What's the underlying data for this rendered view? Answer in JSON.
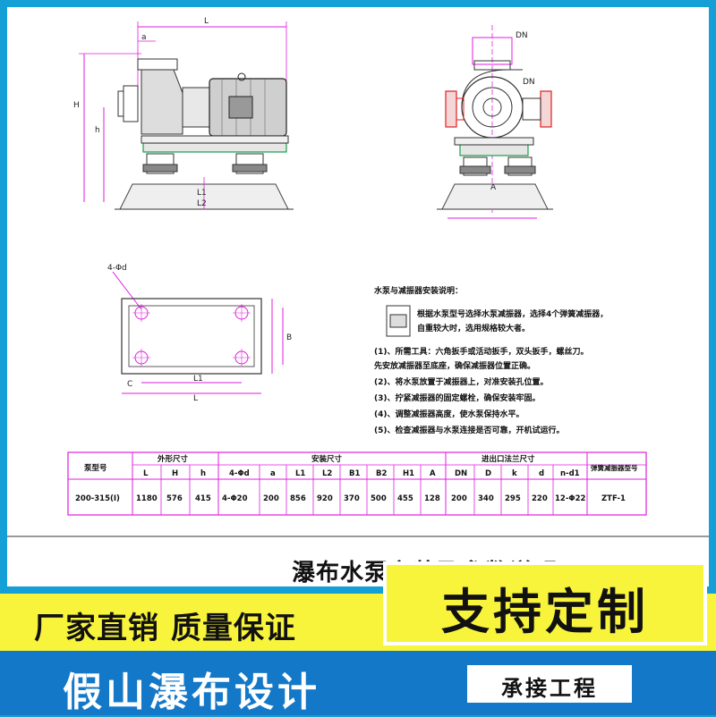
{
  "drawing": {
    "side_view_labels": {
      "L": "L",
      "H": "H",
      "h": "h",
      "L1": "L1",
      "L2": "L2"
    },
    "front_view_labels": {
      "DN_out": "DN",
      "DN_in": "DN",
      "A": "A"
    },
    "plan_view_labels": {
      "holes": "4-Φd",
      "L": "L",
      "L1": "L1",
      "C": "C",
      "B": "B"
    },
    "notes": {
      "title": "水泵与减振器安装说明：",
      "lines": [
        "根据水泵型号选择水泵减振器，选择4个弹簧减振器，",
        "自重较大时，选用规格较大者。",
        "(1)、所需工具：六角扳手或活动扳手，双头扳手，螺丝刀。",
        "先安放减振器至底座，确保减振器位置正确。",
        "(2)、将水泵放置于减振器上，对准安装孔位置。",
        "(3)、拧紧减振器的固定螺栓，确保安装牢固。",
        "(4)、调整减振器高度，使水泵保持水平。",
        "(5)、检查减振器与水泵连接是否可靠，开机试运行。"
      ]
    },
    "table": {
      "col_groups": [
        "泵型号",
        "外形尺寸",
        "安装尺寸",
        "进出口法兰尺寸",
        "弹簧减振器型号"
      ],
      "sub_headers": [
        "L",
        "H",
        "h",
        "4-Φd",
        "a",
        "L1",
        "L2",
        "B1",
        "B2",
        "H1",
        "A",
        "DN",
        "D",
        "k",
        "d",
        "n-d1"
      ],
      "row": {
        "model": "200-315(I)",
        "values": [
          "1180",
          "576",
          "415",
          "4-Φ20",
          "200",
          "856",
          "920",
          "370",
          "500",
          "455",
          "128",
          "200",
          "340",
          "295",
          "220",
          "12-Φ22"
        ],
        "isolator": "ZTF-1"
      }
    },
    "title": "瀑布水泵安装及参数说明"
  },
  "banner": {
    "slogan_left": "厂家直销  质量保证",
    "custom": "支持定制",
    "main_title": "假山瀑布设计",
    "engineering": "承接工程"
  },
  "colors": {
    "frame_blue": "#14a0d6",
    "band_blue": "#1478c8",
    "band_yellow": "#f8f43c",
    "cad_magenta": "#e01ee0",
    "cad_red": "#e02020",
    "cad_green": "#16a04a"
  }
}
